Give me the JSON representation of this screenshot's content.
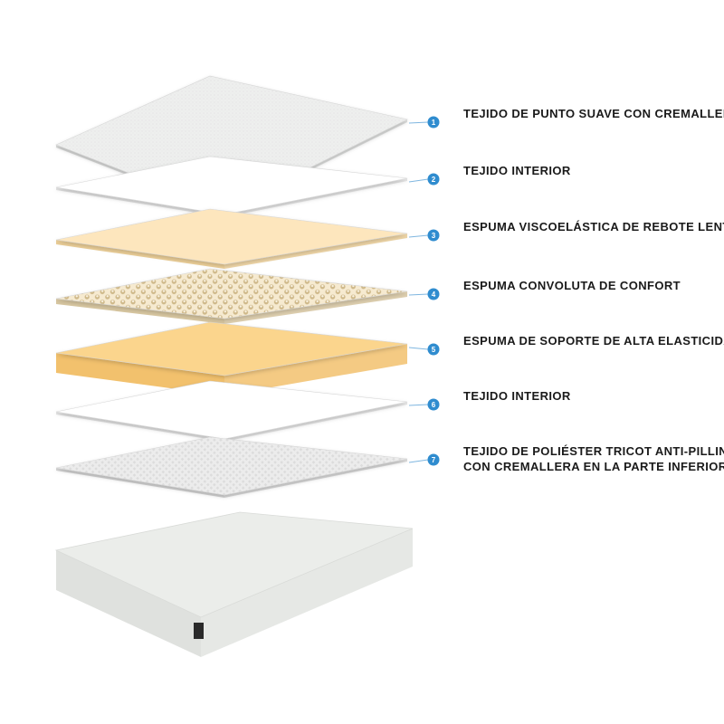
{
  "layers": [
    {
      "number": "1",
      "label_lines": [
        "TEJIDO DE PUNTO SUAVE CON CREMALLERA"
      ],
      "color": "#eeefee",
      "pattern": "knit"
    },
    {
      "number": "2",
      "label_lines": [
        "TEJIDO INTERIOR"
      ],
      "color": "#ffffff",
      "pattern": "plain"
    },
    {
      "number": "3",
      "label_lines": [
        "ESPUMA VISCOELÁSTICA DE REBOTE LENTO"
      ],
      "color": "#fde6bd",
      "pattern": "plain"
    },
    {
      "number": "4",
      "label_lines": [
        "ESPUMA CONVOLUTA DE CONFORT"
      ],
      "color": "#f3e4c2",
      "pattern": "eggcrate"
    },
    {
      "number": "5",
      "label_lines": [
        "ESPUMA DE SOPORTE DE ALTA ELASTICIDAD"
      ],
      "color": "#fbd58d",
      "pattern": "plain"
    },
    {
      "number": "6",
      "label_lines": [
        "TEJIDO INTERIOR"
      ],
      "color": "#ffffff",
      "pattern": "plain"
    },
    {
      "number": "7",
      "label_lines": [
        "TEJIDO DE POLIÉSTER TRICOT ANTI-PILLING",
        "CON CREMALLERA EN LA PARTE INFERIOR"
      ],
      "color": "#ebebeb",
      "pattern": "mesh"
    }
  ],
  "colors": {
    "badge": "#2f8ccf",
    "leader_line": "#7fb6e0",
    "text": "#1a1a1a",
    "mattress": "#ebedea"
  }
}
